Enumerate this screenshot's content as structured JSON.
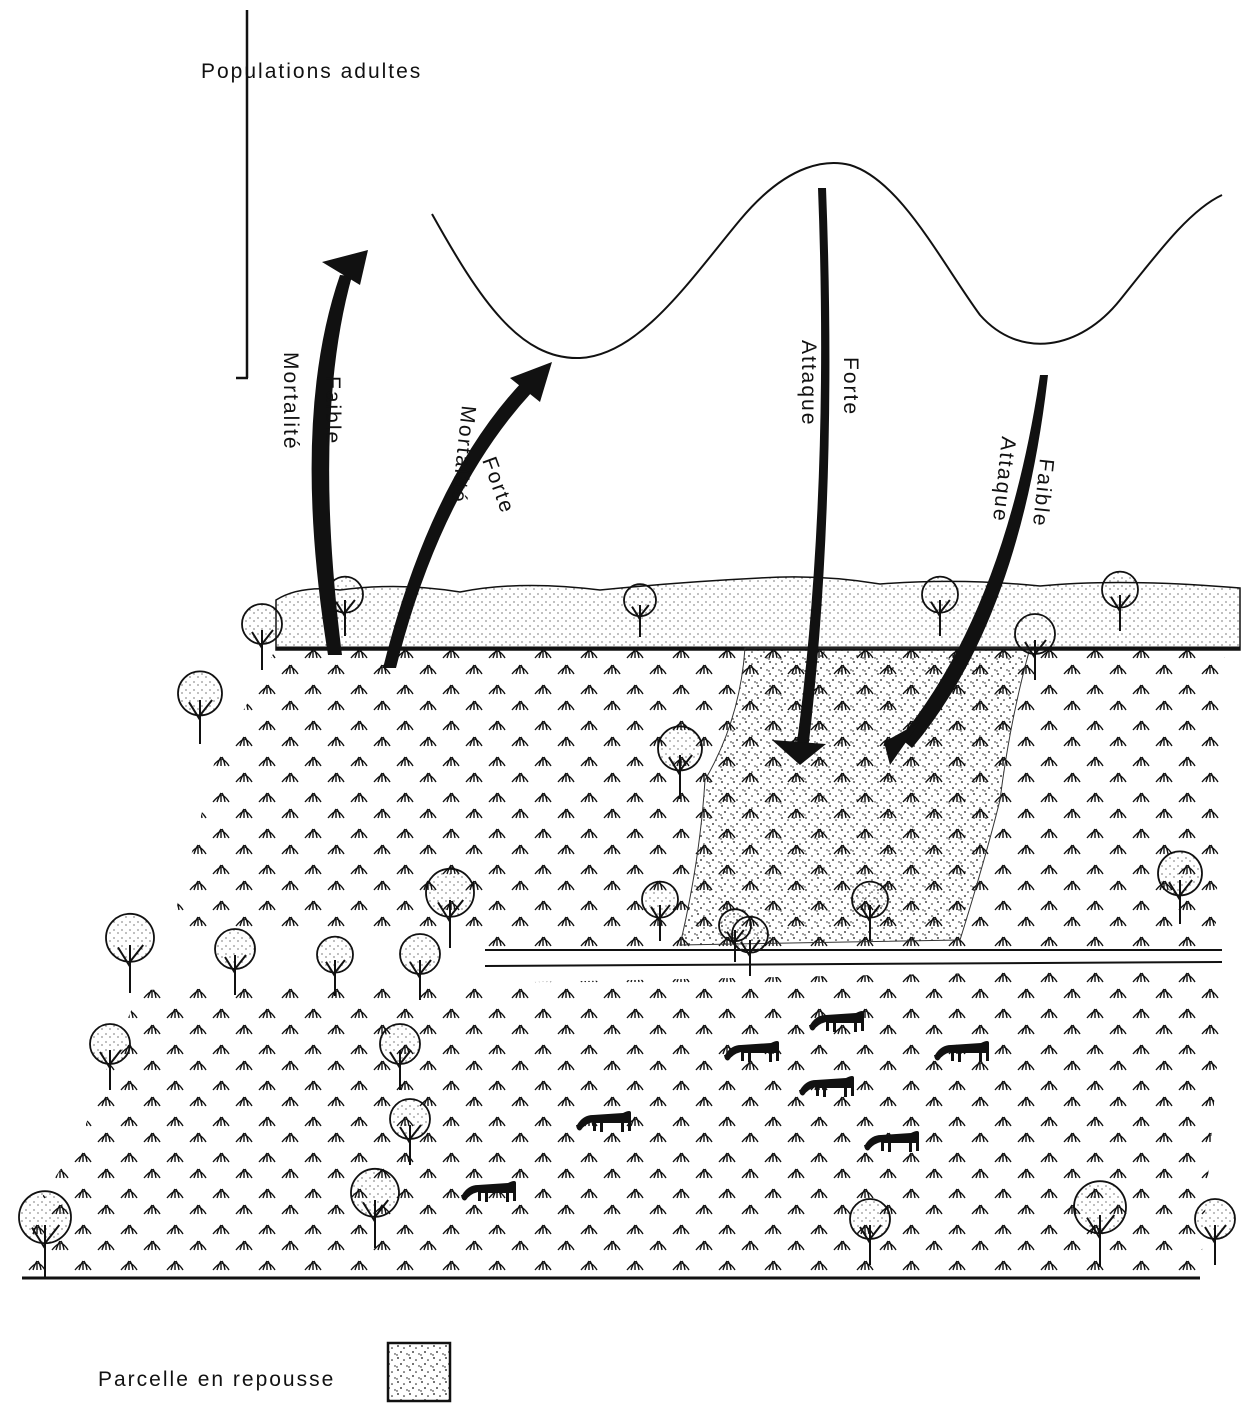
{
  "axis_label": "Populations adultes",
  "arrows": [
    {
      "line1": "Faible",
      "line2": "Mortalité"
    },
    {
      "line1": "Forte",
      "line2": "Mortalité"
    },
    {
      "line1": "Forte",
      "line2": "Attaque"
    },
    {
      "line1": "Faible",
      "line2": "Attaque"
    }
  ],
  "legend": {
    "label": "Parcelle en repousse"
  },
  "icons": {
    "cattle": "cow-silhouette-icon",
    "trees": "tree-icon"
  }
}
